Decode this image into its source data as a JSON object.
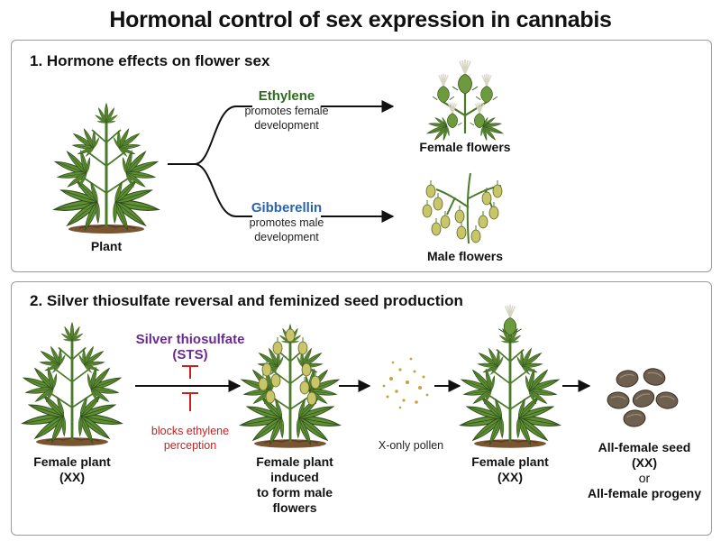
{
  "title": "Hormonal control of sex expression in cannabis",
  "panel1": {
    "heading": "1. Hormone effects on flower sex",
    "plant_label": "Plant",
    "ethylene": {
      "name": "Ethylene",
      "line1": "promotes female",
      "line2": "development"
    },
    "gibberellin": {
      "name": "Gibberellin",
      "line1": "promotes male",
      "line2": "development"
    },
    "female_flowers_label": "Female flowers",
    "male_flowers_label": "Male flowers"
  },
  "panel2": {
    "heading": "2. Silver thiosulfate reversal and feminized seed production",
    "sts": {
      "line1": "Silver thiosulfate",
      "line2": "(STS)",
      "note1": "blocks ethylene",
      "note2": "perception"
    },
    "female_plant": {
      "line1": "Female plant",
      "line2": "(XX)"
    },
    "induced_plant": {
      "line1": "Female plant induced",
      "line2": "to form male flowers"
    },
    "pollen_label": "X-only pollen",
    "female_plant2": {
      "line1": "Female plant",
      "line2": "(XX)"
    },
    "seed": {
      "line1": "All-female seed",
      "line2": "(XX)",
      "line3": "or",
      "line4": "All-female progeny"
    }
  },
  "colors": {
    "ethylene": "#2e6b1f",
    "gibberellin": "#2c63ae",
    "sts": "#6a2b8f",
    "inhibition": "#c8201d",
    "leaf": "#5f8f35",
    "soil": "#7a5532",
    "seed": "#6e5f4e",
    "pollen": "#c9a23a"
  }
}
